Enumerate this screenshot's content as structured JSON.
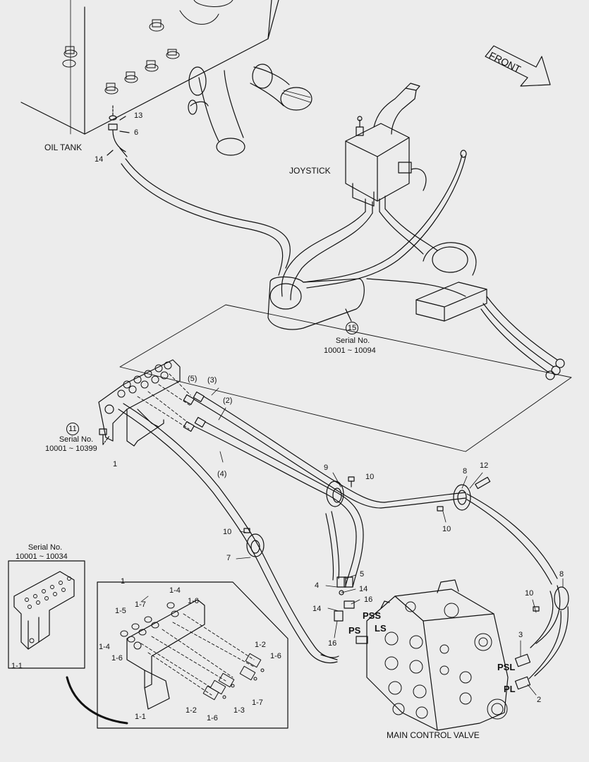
{
  "labels": {
    "oil_tank": "OIL TANK",
    "joystick": "JOYSTICK",
    "front": "FRONT",
    "main_control_valve": "MAIN CONTROL VALVE",
    "serial_no": "Serial No.",
    "serial_15": "10001 ~ 10094",
    "serial_11": "10001 ~ 10399",
    "serial_inset": "10001 ~ 10034"
  },
  "ports": {
    "pss": "PSS",
    "ls": "LS",
    "ps": "PS",
    "psl": "PSL",
    "pl": "PL"
  },
  "circled": {
    "c15": "15",
    "c11": "11"
  },
  "parts": {
    "p13": "13",
    "p6": "6",
    "p14a": "14",
    "p5p": "(5)",
    "p3p": "(3)",
    "p2p": "(2)",
    "p4p": "(4)",
    "p1": "1",
    "p9": "9",
    "p10a": "10",
    "p8a": "8",
    "p12": "12",
    "p10b": "10",
    "p10c": "10",
    "p7": "7",
    "p5": "5",
    "p4": "4",
    "p14b": "14",
    "p16a": "16",
    "p14c": "14",
    "p16b": "16",
    "p8b": "8",
    "p10d": "10",
    "p3": "3",
    "p2": "2",
    "inset_1": "1",
    "i14a": "1-4",
    "i16a": "1-6",
    "i15": "1-5",
    "i17a": "1-7",
    "i14b": "1-4",
    "i16b": "1-6",
    "i12a": "1-2",
    "i16c": "1-6",
    "i17b": "1-7",
    "i12b": "1-2",
    "i16d": "1-6",
    "i13": "1-3",
    "i11a": "1-1",
    "i11b": "1-1"
  }
}
